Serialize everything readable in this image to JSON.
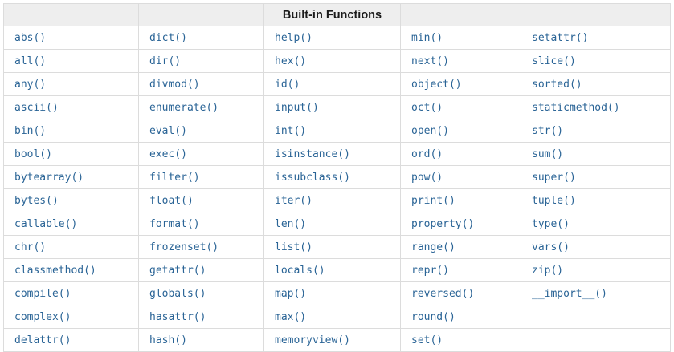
{
  "table": {
    "title": "Built-in Functions",
    "rows": [
      [
        "abs()",
        "dict()",
        "help()",
        "min()",
        "setattr()"
      ],
      [
        "all()",
        "dir()",
        "hex()",
        "next()",
        "slice()"
      ],
      [
        "any()",
        "divmod()",
        "id()",
        "object()",
        "sorted()"
      ],
      [
        "ascii()",
        "enumerate()",
        "input()",
        "oct()",
        "staticmethod()"
      ],
      [
        "bin()",
        "eval()",
        "int()",
        "open()",
        "str()"
      ],
      [
        "bool()",
        "exec()",
        "isinstance()",
        "ord()",
        "sum()"
      ],
      [
        "bytearray()",
        "filter()",
        "issubclass()",
        "pow()",
        "super()"
      ],
      [
        "bytes()",
        "float()",
        "iter()",
        "print()",
        "tuple()"
      ],
      [
        "callable()",
        "format()",
        "len()",
        "property()",
        "type()"
      ],
      [
        "chr()",
        "frozenset()",
        "list()",
        "range()",
        "vars()"
      ],
      [
        "classmethod()",
        "getattr()",
        "locals()",
        "repr()",
        "zip()"
      ],
      [
        "compile()",
        "globals()",
        "map()",
        "reversed()",
        "__import__()"
      ],
      [
        "complex()",
        "hasattr()",
        "max()",
        "round()",
        ""
      ],
      [
        "delattr()",
        "hash()",
        "memoryview()",
        "set()",
        ""
      ]
    ]
  },
  "colors": {
    "link": "#2a6496",
    "header_bg": "#eeeeee",
    "header_text": "#1b1b1b",
    "border": "#dcdcdc"
  }
}
